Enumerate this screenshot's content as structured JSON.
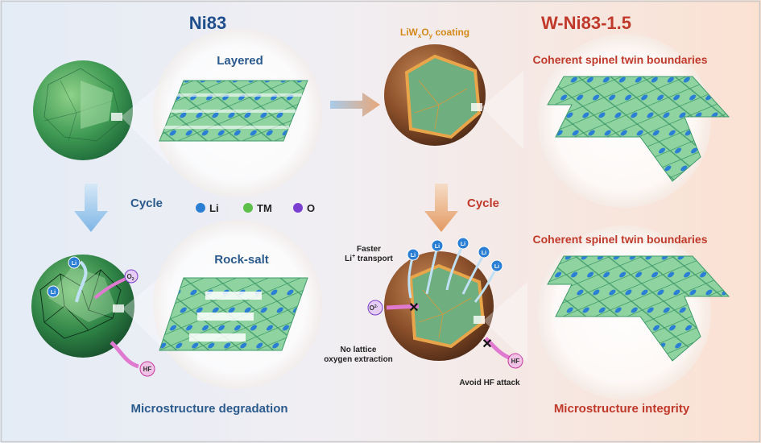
{
  "titles": {
    "left": "Ni83",
    "right": "W-Ni83-1.5",
    "coating_prefix": "LiW",
    "coating_sub_x": "x",
    "coating_mid": "O",
    "coating_sub_y": "y",
    "coating_suffix": " coating"
  },
  "structures": {
    "layered": "Layered",
    "rock_salt": "Rock-salt",
    "coherent_top": "Coherent spinel twin boundaries",
    "coherent_bottom": "Coherent spinel twin boundaries"
  },
  "arrows": {
    "cycle_left": "Cycle",
    "cycle_right": "Cycle"
  },
  "legend": {
    "li": "Li",
    "tm": "TM",
    "o": "O",
    "li_color": "#2a7fd4",
    "tm_color": "#5cbf4a",
    "o_color": "#7a3fd0"
  },
  "annotations": {
    "faster_line1": "Faster",
    "faster_line2_prefix": "Li",
    "faster_line2_sup": "+",
    "faster_line2_suffix": " transport",
    "no_lattice_line1": "No lattice",
    "no_lattice_line2": "oxygen extraction",
    "avoid_hf": "Avoid HF attack",
    "hf": "HF",
    "li_badge": "Li",
    "o2_badge": "O",
    "o2_sub": "2",
    "o_minus_badge": "O",
    "o_minus_sup": "2-"
  },
  "captions": {
    "degradation": "Microstructure degradation",
    "integrity": "Microstructure integrity"
  },
  "colors": {
    "left_title": "#1f4e8c",
    "right_title": "#c0392b",
    "coating_label": "#d4891a",
    "caption_left": "#2b5a8c",
    "caption_right": "#c0392b",
    "bg_left": "#e7eef7",
    "bg_right": "#fbe4d6"
  }
}
